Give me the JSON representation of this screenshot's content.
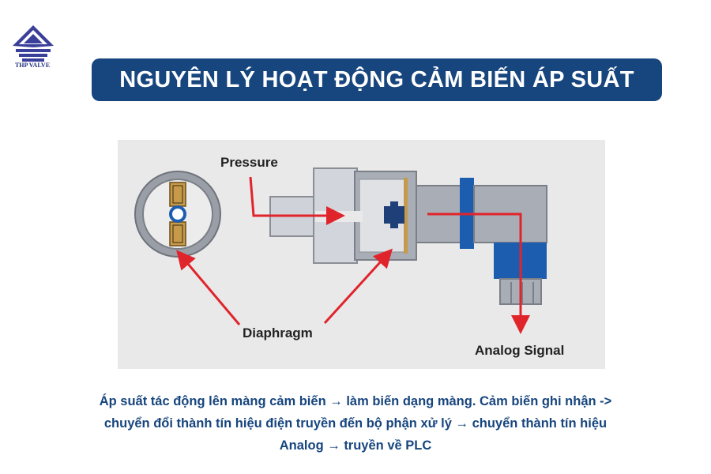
{
  "brand": {
    "logo_text": "THP VALVE"
  },
  "title": "NGUYÊN LÝ HOẠT ĐỘNG CẢM BIẾN ÁP SUẤT",
  "diagram": {
    "labels": {
      "pressure": "Pressure",
      "diaphragm": "Diaphragm",
      "analog_signal": "Analog Signal"
    }
  },
  "caption": {
    "line1": "Áp suất tác động lên màng cảm biến → làm biến dạng màng. Cảm biến ghi nhận ->",
    "line2": "chuyển đổi thành tín hiệu điện truyền đến bộ phận xử lý → chuyển thành tín hiệu",
    "line3": "Analog → truyền về PLC"
  },
  "colors": {
    "title_bg": "#17457e",
    "caption_text": "#17457e",
    "arrow": "#e0242c",
    "sensor_blue": "#1c5db0"
  }
}
